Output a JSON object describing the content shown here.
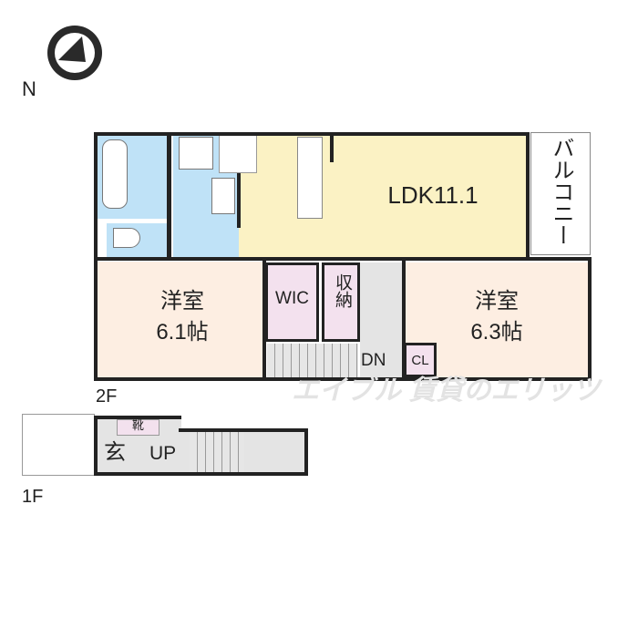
{
  "compass": {
    "north_label": "N"
  },
  "floors": {
    "second": "2F",
    "first": "1F"
  },
  "rooms": {
    "ldk": "LDK11.1",
    "balcony": "バルコニー",
    "western1_name": "洋室",
    "western1_size": "6.1帖",
    "western2_name": "洋室",
    "western2_size": "6.3帖",
    "wic": "WIC",
    "storage": "収納",
    "closet": "CL",
    "stairs_down": "DN",
    "entrance": "玄",
    "shoe": "靴",
    "stairs_up": "UP"
  },
  "watermark": "エイブル 賃貸のエリッツ",
  "colors": {
    "ldk": "#fbf2c4",
    "western": "#fdeee2",
    "wet": "#bfe2f7",
    "storage": "#f3e1ee",
    "hall": "#e4e4e4"
  }
}
